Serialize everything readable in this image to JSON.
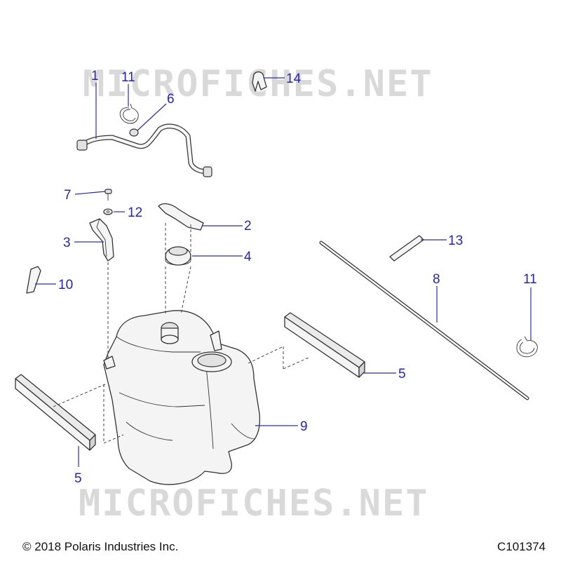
{
  "watermark": {
    "top": "MICROFICHES.NET",
    "bottom": "MICROFICHES.NET"
  },
  "callouts": {
    "c1": "1",
    "c11a": "11",
    "c6": "6",
    "c14": "14",
    "c7": "7",
    "c12": "12",
    "c2": "2",
    "c3": "3",
    "c4": "4",
    "c13": "13",
    "c10": "10",
    "c8": "8",
    "c11b": "11",
    "c5a": "5",
    "c9": "9",
    "c5b": "5"
  },
  "footer": {
    "copyright": "© 2018 Polaris Industries Inc.",
    "code": "C101374"
  },
  "colors": {
    "callout": "#2323c8",
    "line": "#333333",
    "watermark": "#d9d9d9"
  }
}
